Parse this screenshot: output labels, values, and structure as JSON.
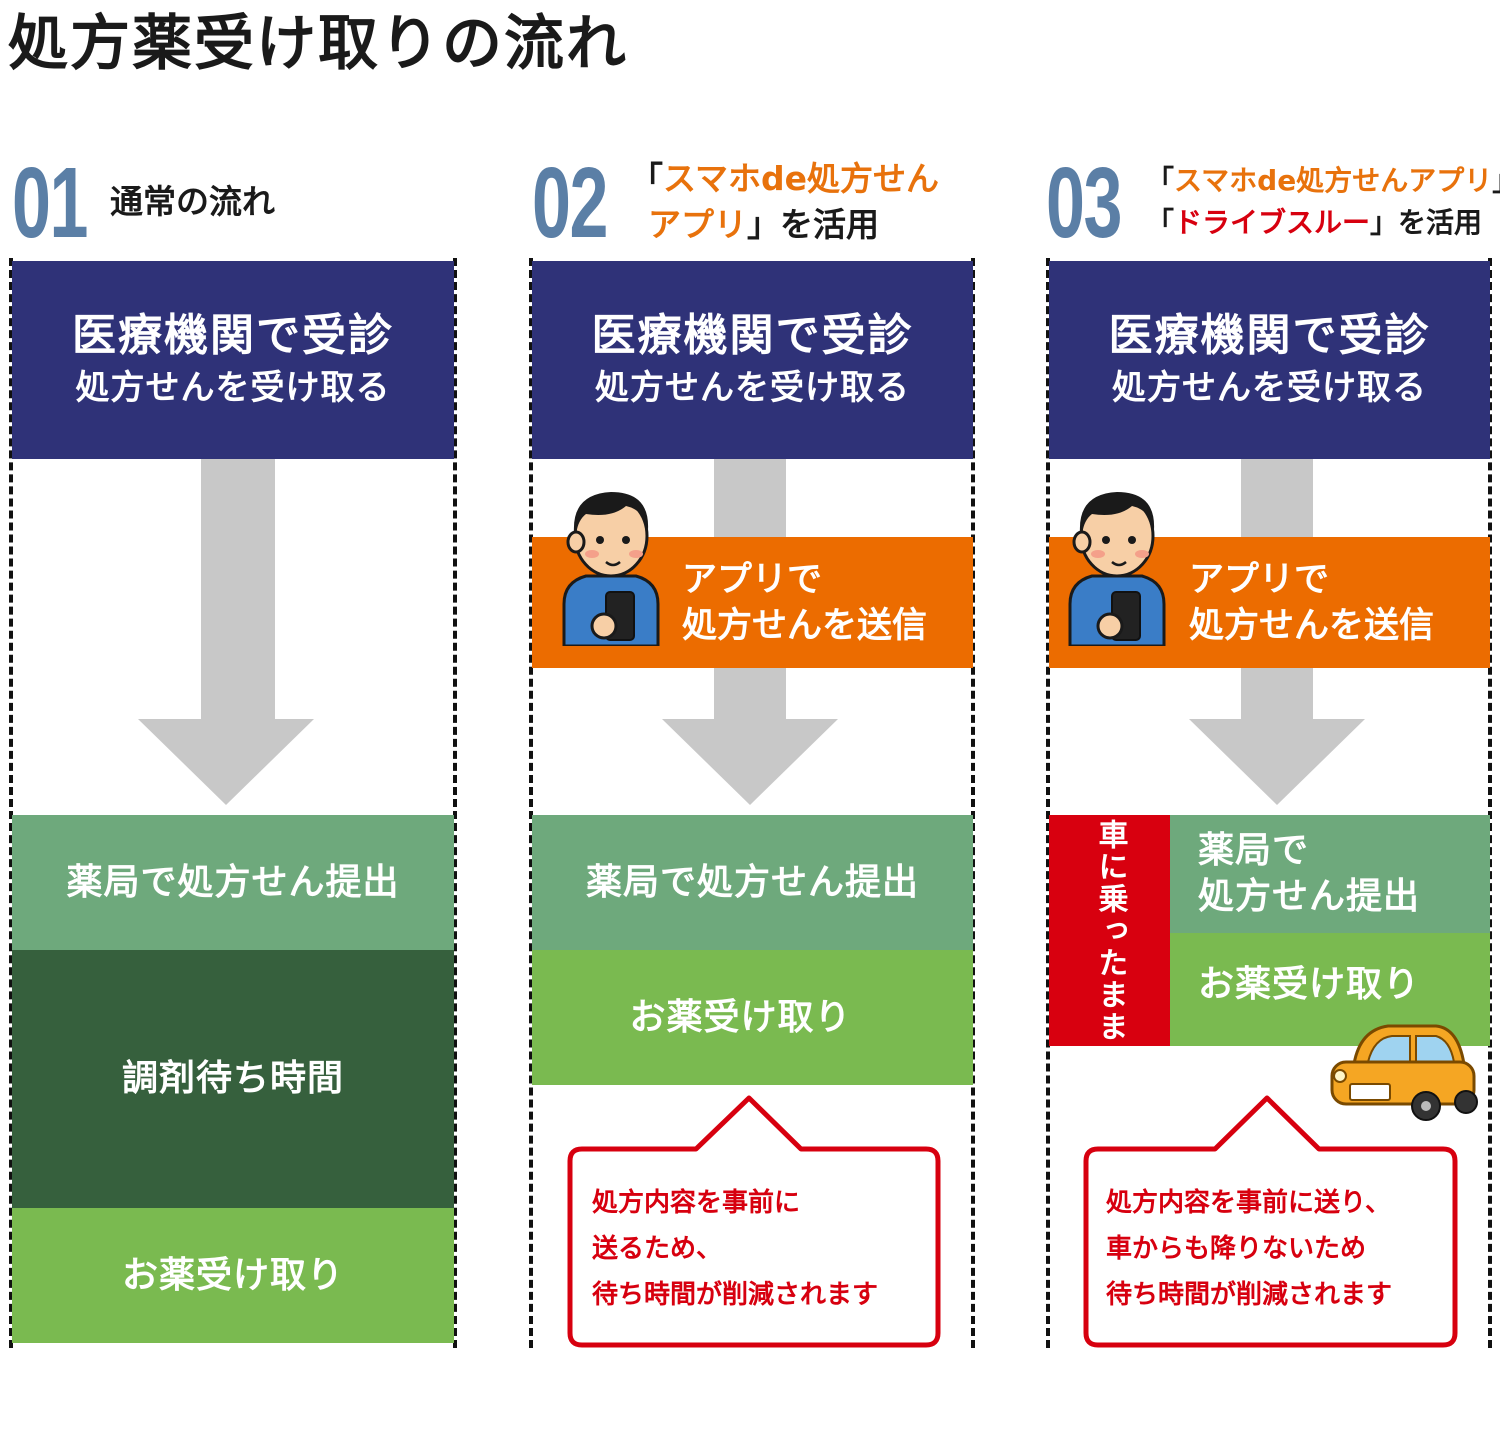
{
  "page_title": "処方薬受け取りの流れ",
  "columns": [
    {
      "number": "01",
      "heading": "通常の流れ",
      "top_box": {
        "line1": "医療機関で受診",
        "line2": "処方せんを受け取る"
      },
      "step_submit": "薬局で処方せん提出",
      "step_wait": "調剤待ち時間",
      "step_receive": "お薬受け取り"
    },
    {
      "number": "02",
      "heading": {
        "bracket_open": "「",
        "highlight_line1": "スマホde処方せん",
        "highlight_line2": "アプリ",
        "suffix": "」を活用"
      },
      "top_box": {
        "line1": "医療機関で受診",
        "line2": "処方せんを受け取る"
      },
      "app_step": {
        "line1": "アプリで",
        "line2": "処方せんを送信"
      },
      "step_submit": "薬局で処方せん提出",
      "step_receive": "お薬受け取り",
      "bubble": {
        "line1": "処方内容を事前に",
        "line2": "送るため、",
        "line3": "待ち時間が削減されます"
      }
    },
    {
      "number": "03",
      "heading": {
        "line1_open": "「",
        "line1_highlight": "スマホde処方せんアプリ",
        "line1_close": "」",
        "line2_open": "「",
        "line2_highlight": "ドライブスルー",
        "line2_suffix": "」を活用"
      },
      "top_box": {
        "line1": "医療機関で受診",
        "line2": "処方せんを受け取る"
      },
      "app_step": {
        "line1": "アプリで",
        "line2": "処方せんを送信"
      },
      "car_label": "車に乗ったまま",
      "step_submit": {
        "line1": "薬局で",
        "line2": "処方せん提出"
      },
      "step_receive": "お薬受け取り",
      "bubble": {
        "line1": "処方内容を事前に送り、",
        "line2": "車からも降りないため",
        "line3": "待ち時間が削減されます"
      }
    }
  ],
  "colors": {
    "navy": "#2f3278",
    "number_blue": "#5b7fa6",
    "orange": "#ec6c00",
    "green_mid": "#6ea97c",
    "green_dark": "#36603d",
    "green_light": "#7aba50",
    "red": "#d7000f",
    "arrow_grey": "#c8c8c8"
  },
  "icons": [
    "person-with-smartphone-icon",
    "yellow-car-icon",
    "down-arrow-icon"
  ]
}
